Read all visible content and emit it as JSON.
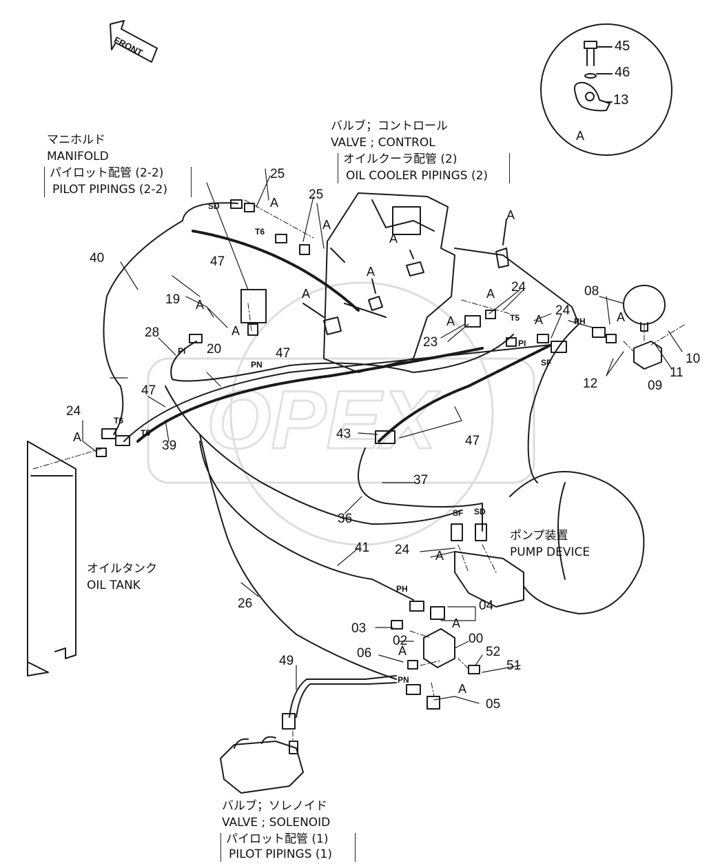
{
  "front_arrow": {
    "label": "FRONT"
  },
  "detail_A": {
    "label": "A",
    "parts": [
      "45",
      "46",
      "13"
    ]
  },
  "callouts": {
    "manifold": {
      "jp": "マニホルド",
      "en": "MANIFOLD",
      "sub_jp": "パイロット配管 (2-2)",
      "sub_en": "PILOT PIPINGS (2-2)"
    },
    "control_valve": {
      "jp": "バルブ；コントロール",
      "en": "VALVE ; CONTROL",
      "sub_jp": "オイルクーラ配管 (2)",
      "sub_en": "OIL COOLER PIPINGS (2)"
    },
    "oil_tank": {
      "jp": "オイルタンク",
      "en": "OIL TANK"
    },
    "pump_device": {
      "jp": "ポンプ装置",
      "en": "PUMP DEVICE"
    },
    "solenoid_valve": {
      "jp": "バルブ；ソレノイド",
      "en": "VALVE ; SOLENOID",
      "sub_jp": "パイロット配管 (1)",
      "sub_en": "PILOT PIPINGS (1)"
    }
  },
  "part_numbers": [
    "25",
    "25",
    "40",
    "47",
    "19",
    "20",
    "28",
    "47",
    "47",
    "24",
    "39",
    "08",
    "24",
    "24",
    "23",
    "10",
    "11",
    "09",
    "12",
    "43",
    "47",
    "37",
    "36",
    "41",
    "24",
    "26",
    "04",
    "03",
    "02",
    "00",
    "06",
    "52",
    "51",
    "49",
    "05"
  ],
  "port_tags": [
    "SD",
    "T6",
    "PI",
    "PN",
    "T6",
    "T5",
    "T5",
    "PI",
    "PH",
    "SF",
    "SF",
    "SD",
    "PH",
    "PN"
  ],
  "detail_letter": "A"
}
